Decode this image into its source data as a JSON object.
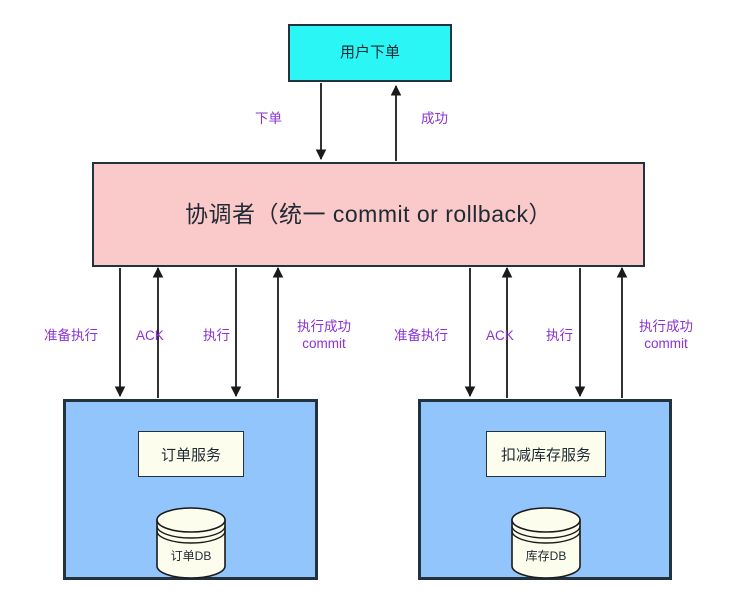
{
  "diagram": {
    "title_node": {
      "label": "用户下单"
    },
    "coordinator": {
      "label": "协调者（统一 commit or rollback）"
    },
    "top_edges": [
      {
        "name": "place-order",
        "label": "下单",
        "direction": "down"
      },
      {
        "name": "success",
        "label": "成功",
        "direction": "up"
      }
    ],
    "branches": [
      {
        "name": "order-branch",
        "panel_label": "",
        "service": "订单服务",
        "database": "订单DB",
        "edges": [
          {
            "label": "准备执行",
            "direction": "down"
          },
          {
            "label": "ACK",
            "direction": "up"
          },
          {
            "label": "执行",
            "direction": "down"
          },
          {
            "label_line1": "执行成功",
            "label_line2": "commit",
            "direction": "up"
          }
        ]
      },
      {
        "name": "stock-branch",
        "panel_label": "",
        "service": "扣减库存服务",
        "database": "库存DB",
        "edges": [
          {
            "label": "准备执行",
            "direction": "down"
          },
          {
            "label": "ACK",
            "direction": "up"
          },
          {
            "label": "执行",
            "direction": "down"
          },
          {
            "label_line1": "执行成功",
            "label_line2": "commit",
            "direction": "up"
          }
        ]
      }
    ],
    "colors": {
      "user_box_fill": "#2BF6F6",
      "coordinator_fill": "#FAC9C9",
      "panel_fill": "#93C5FD",
      "service_fill": "#FDFDEE",
      "db_fill": "#FDFDEE",
      "stroke": "#22333f",
      "edge_label_color": "#8B32D6"
    }
  }
}
